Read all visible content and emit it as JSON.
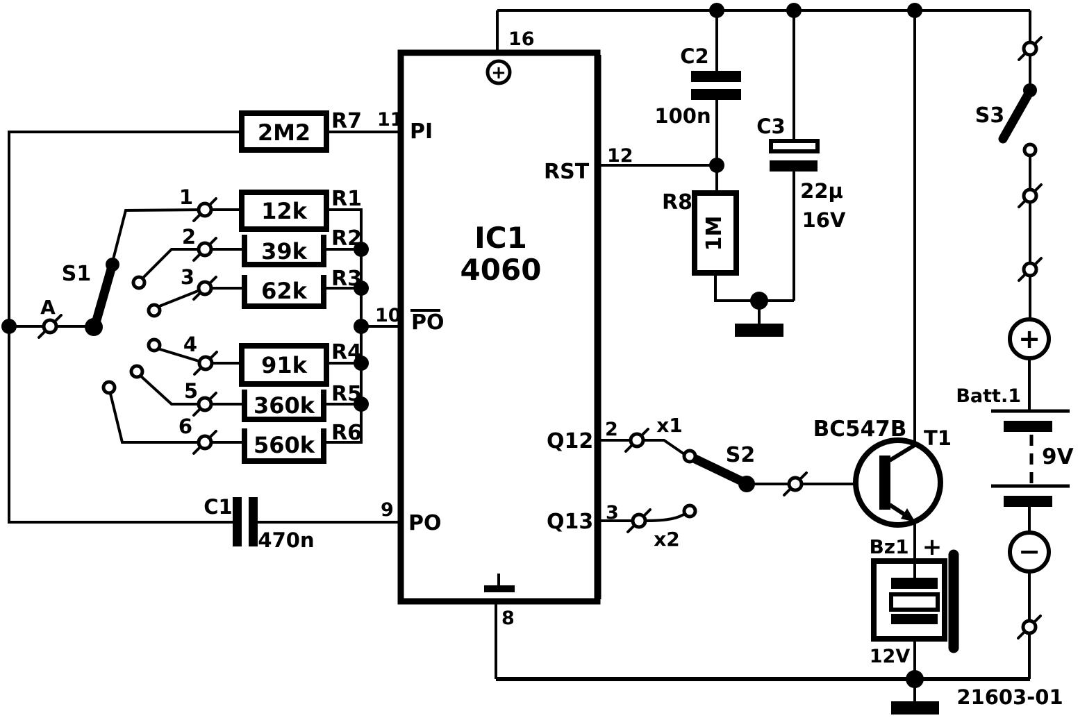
{
  "diagram": {
    "figure_number": "21603-01",
    "colors": {
      "ink": "#000000",
      "paper": "#ffffff"
    }
  },
  "ic1": {
    "ref": "IC1",
    "part": "4060",
    "power_plus": "+",
    "pins": {
      "n16": "16",
      "n11": "11",
      "n10": "10",
      "n9": "9",
      "n12": "12",
      "n2": "2",
      "n3": "3",
      "n8": "8"
    },
    "ports": {
      "pi": "PI",
      "po_bar": "PO",
      "po": "PO",
      "rst": "RST",
      "q12": "Q12",
      "q13": "Q13"
    }
  },
  "resistors": {
    "r1": {
      "ref": "R1",
      "value": "12k"
    },
    "r2": {
      "ref": "R2",
      "value": "39k"
    },
    "r3": {
      "ref": "R3",
      "value": "62k"
    },
    "r4": {
      "ref": "R4",
      "value": "91k"
    },
    "r5": {
      "ref": "R5",
      "value": "360k"
    },
    "r6": {
      "ref": "R6",
      "value": "560k"
    },
    "r7": {
      "ref": "R7",
      "value": "2M2"
    },
    "r8": {
      "ref": "R8",
      "value": "1M"
    }
  },
  "capacitors": {
    "c1": {
      "ref": "C1",
      "value": "470n"
    },
    "c2": {
      "ref": "C2",
      "value": "100n"
    },
    "c3": {
      "ref": "C3",
      "value": "22µ",
      "rating": "16V"
    }
  },
  "switches": {
    "s1": {
      "ref": "S1",
      "common_label": "A",
      "positions": [
        "1",
        "2",
        "3",
        "4",
        "5",
        "6"
      ]
    },
    "s2": {
      "ref": "S2",
      "x1": "x1",
      "x2": "x2"
    },
    "s3": {
      "ref": "S3"
    }
  },
  "transistor": {
    "ref": "T1",
    "part": "BC547B"
  },
  "buzzer": {
    "ref": "Bz1",
    "plus": "+",
    "voltage": "12V"
  },
  "battery": {
    "ref": "Batt.1",
    "voltage": "9V",
    "plus": "+",
    "minus": "−"
  }
}
